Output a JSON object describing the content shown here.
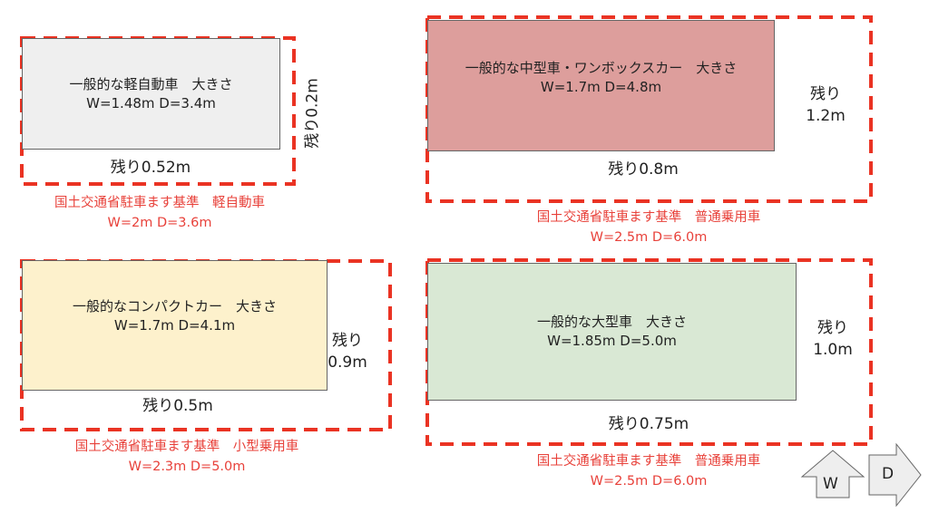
{
  "colors": {
    "dash": "#ea3323",
    "standard_text": "#e8413a"
  },
  "panels": [
    {
      "car_title": "一般的な軽自動車　大きさ",
      "car_size": "W=1.48m D=3.4m",
      "car_fill": "#efefef",
      "remain_d": "残り0.52m",
      "remain_w": "残り0.2m",
      "standard_title": "国土交通省駐車ます基準　軽自動車",
      "standard_size": "W=2m D=3.6m"
    },
    {
      "car_title": "一般的な中型車・ワンボックスカー　大きさ",
      "car_size": "W=1.7m D=4.8m",
      "car_fill": "#dd9e9c",
      "remain_d": "残り0.8m",
      "remain_w_label": "残り",
      "remain_w_value": "1.2m",
      "standard_title": "国土交通省駐車ます基準　普通乗用車",
      "standard_size": "W=2.5m D=6.0m"
    },
    {
      "car_title": "一般的なコンパクトカー　大きさ",
      "car_size": "W=1.7m D=4.1m",
      "car_fill": "#fdf1cc",
      "remain_d": "残り0.5m",
      "remain_w_label": "残り",
      "remain_w_value": "0.9m",
      "standard_title": "国土交通省駐車ます基準　小型乗用車",
      "standard_size": "W=2.3m D=5.0m"
    },
    {
      "car_title": "一般的な大型車　大きさ",
      "car_size": "W=1.85m D=5.0m",
      "car_fill": "#d9e8d4",
      "remain_d": "残り0.75m",
      "remain_w_label": "残り",
      "remain_w_value": "1.0m",
      "standard_title": "国土交通省駐車ます基準　普通乗用車",
      "standard_size": "W=2.5m D=6.0m"
    }
  ],
  "legend": {
    "w_label": "W",
    "d_label": "D"
  }
}
